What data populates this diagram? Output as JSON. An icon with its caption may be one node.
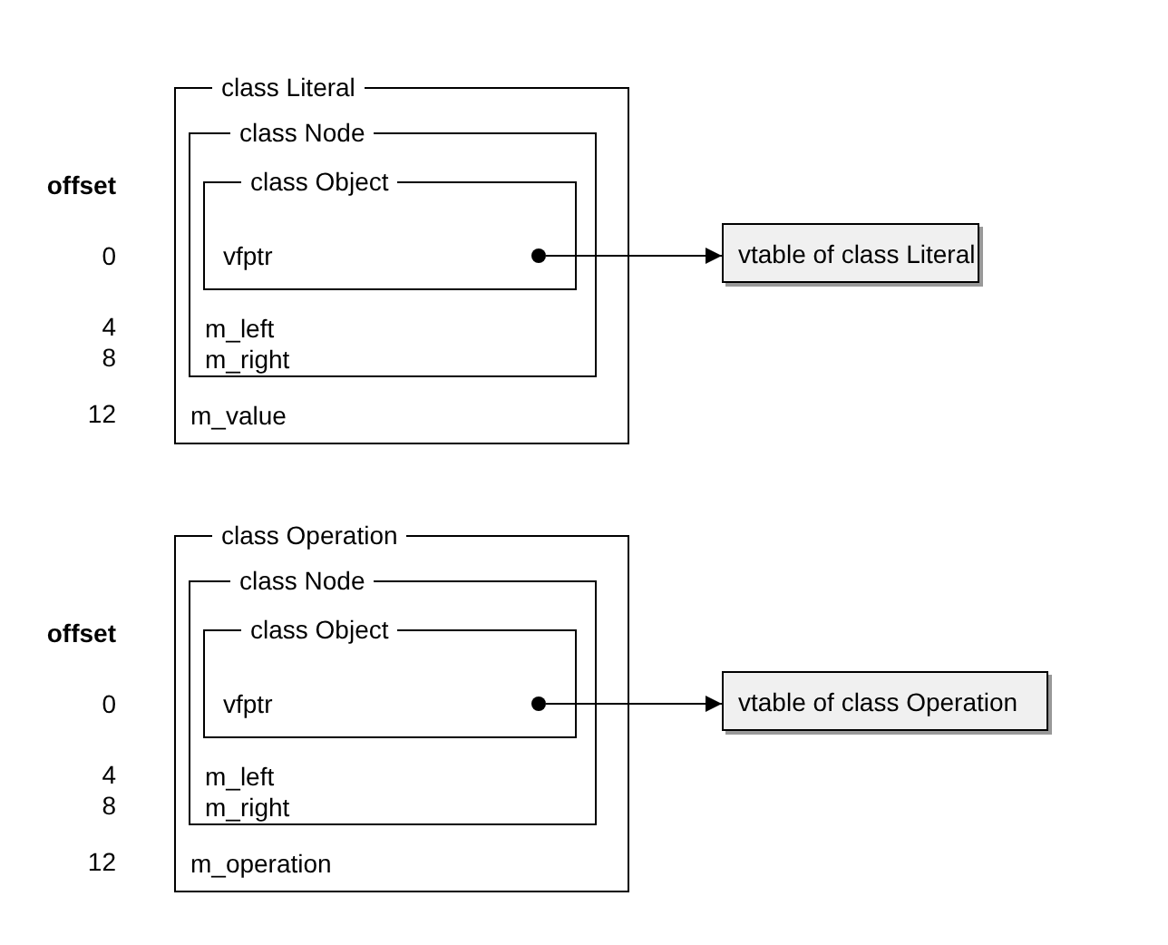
{
  "diagram": {
    "nodes": [
      {
        "text": [
          "class Literal",
          "m_value"
        ]
      },
      {
        "text": [
          "class Node",
          "m_left",
          "m_right"
        ],
        "in": 0
      },
      {
        "text": [
          "class Object",
          "vfptr"
        ],
        "in": 1
      },
      {
        "text": [],
        "shape": "circle",
        "in": 2
      },
      {
        "text": [
          "vtable of class Literal"
        ]
      },
      {
        "text": [
          "class Operation",
          "m_operation"
        ]
      },
      {
        "text": [
          "class Node",
          "m_left",
          "m_right"
        ],
        "in": 5
      },
      {
        "text": [
          "class Object",
          "vfptr"
        ],
        "in": 6
      },
      {
        "text": [],
        "shape": "circle",
        "in": 7
      },
      {
        "text": [
          "vtable of class Operation"
        ]
      }
    ],
    "edges": [
      {
        "from": 3,
        "to": 4,
        "arrow": "to"
      },
      {
        "from": 8,
        "to": 9,
        "arrow": "to"
      }
    ],
    "labels": [
      "offset",
      "0",
      "4",
      "8",
      "12",
      "offset",
      "0",
      "4",
      "8",
      "12"
    ]
  }
}
